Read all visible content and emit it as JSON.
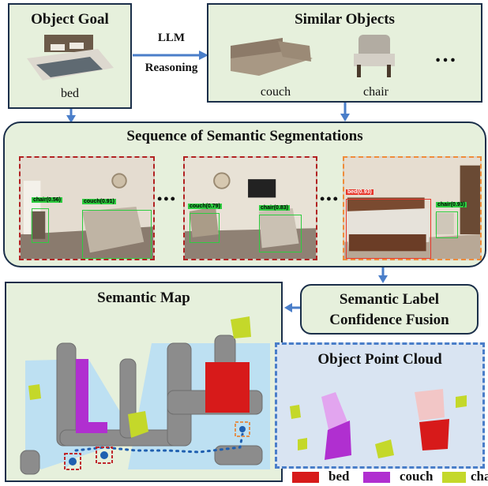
{
  "object_goal": {
    "title": "Object Goal",
    "label": "bed"
  },
  "llm": {
    "line1": "LLM",
    "line2": "Reasoning"
  },
  "similar_objects": {
    "title": "Similar Objects",
    "items": [
      "couch",
      "chair"
    ],
    "ellipsis": "…"
  },
  "sequence": {
    "title": "Sequence of Semantic Segmentations",
    "frames": [
      {
        "detections": [
          "chair(0.56)",
          "couch(0.91)"
        ]
      },
      {
        "detections": [
          "couch(0.79)",
          "chair(0.83)"
        ]
      },
      {
        "detections": [
          "bed(0.93)",
          "chair(0.93)"
        ]
      }
    ],
    "ellipsis": "•••"
  },
  "fusion": {
    "line1": "Semantic Label",
    "line2": "Confidence Fusion"
  },
  "semantic_map": {
    "title": "Semantic Map"
  },
  "point_cloud": {
    "title": "Object Point Cloud"
  },
  "legend": [
    {
      "label": "bed",
      "color": "#d71a1a"
    },
    {
      "label": "couch",
      "color": "#b02fd0"
    },
    {
      "label": "chair",
      "color": "#c4d82a"
    }
  ],
  "colors": {
    "panel_bg": "#e6f0dc",
    "border": "#1b2f4a",
    "arrow": "#4a7ec9",
    "map_floor": "#bde0f2"
  }
}
